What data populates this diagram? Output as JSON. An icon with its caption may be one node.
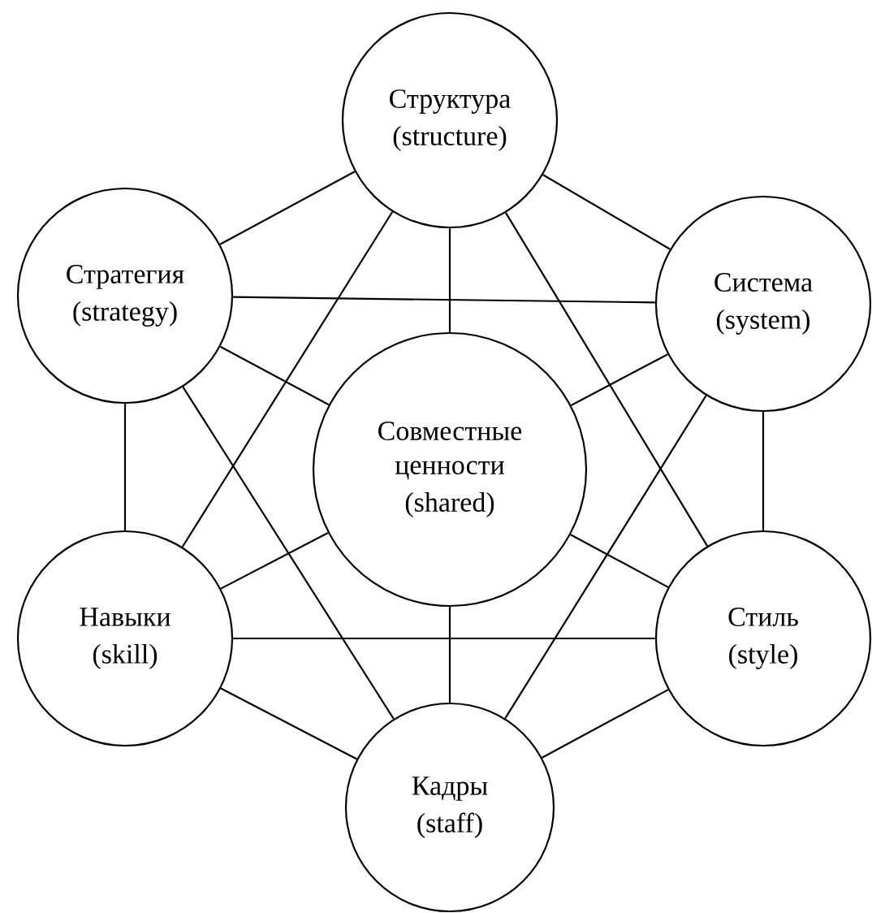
{
  "diagram": {
    "nodes": [
      {
        "text": [
          "Структура",
          "(structure)"
        ]
      },
      {
        "text": [
          "Стратегия",
          "(strategy)"
        ]
      },
      {
        "text": [
          "Система",
          "(system)"
        ]
      },
      {
        "text": [
          "Совместные ценности",
          "(shared)"
        ]
      },
      {
        "text": [
          "Навыки",
          "(skill)"
        ]
      },
      {
        "text": [
          "Стиль",
          "(style)"
        ]
      },
      {
        "text": [
          "Кадры",
          "(staff)"
        ]
      }
    ],
    "edges": [
      {
        "from": 0,
        "to": 1,
        "arrow": "none"
      },
      {
        "from": 0,
        "to": 2,
        "arrow": "none"
      },
      {
        "from": 0,
        "to": 3,
        "arrow": "none"
      },
      {
        "from": 0,
        "to": 4,
        "arrow": "none"
      },
      {
        "from": 0,
        "to": 5,
        "arrow": "none"
      },
      {
        "from": 1,
        "to": 2,
        "arrow": "none"
      },
      {
        "from": 1,
        "to": 3,
        "arrow": "none"
      },
      {
        "from": 1,
        "to": 4,
        "arrow": "none"
      },
      {
        "from": 1,
        "to": 6,
        "arrow": "none"
      },
      {
        "from": 2,
        "to": 3,
        "arrow": "none"
      },
      {
        "from": 2,
        "to": 5,
        "arrow": "none"
      },
      {
        "from": 2,
        "to": 6,
        "arrow": "none"
      },
      {
        "from": 3,
        "to": 4,
        "arrow": "none"
      },
      {
        "from": 3,
        "to": 5,
        "arrow": "none"
      },
      {
        "from": 3,
        "to": 6,
        "arrow": "none"
      },
      {
        "from": 4,
        "to": 5,
        "arrow": "none"
      },
      {
        "from": 4,
        "to": 6,
        "arrow": "none"
      },
      {
        "from": 5,
        "to": 6,
        "arrow": "none"
      }
    ]
  }
}
